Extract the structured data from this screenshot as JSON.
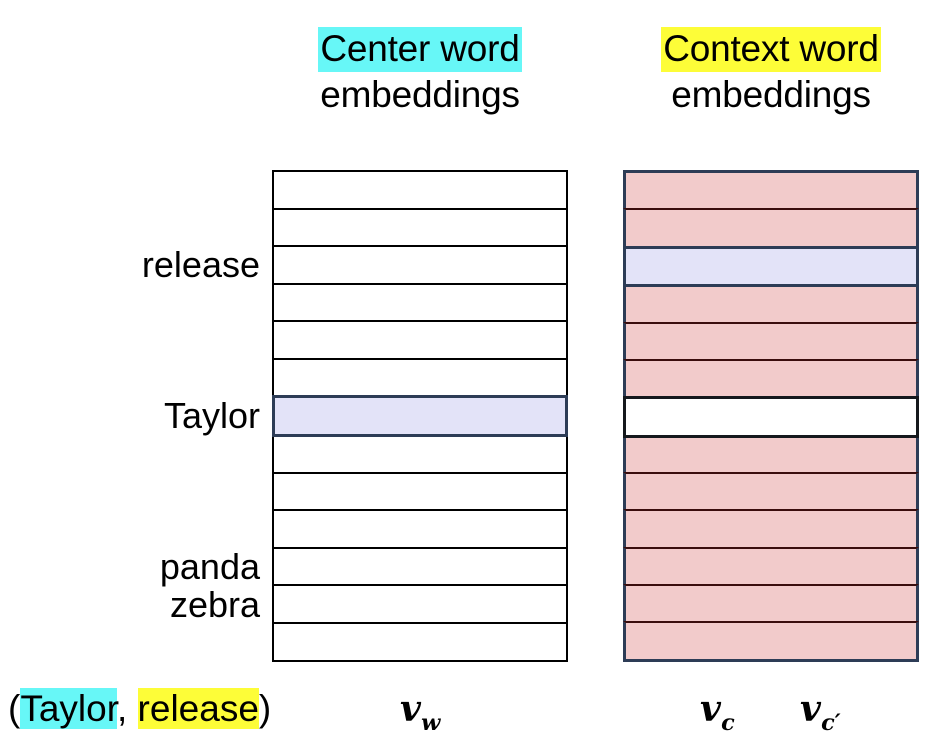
{
  "headers": {
    "center": {
      "highlight_text": "Center word",
      "plain_text": "embeddings",
      "highlight_color": "#67f7f7"
    },
    "context": {
      "highlight_text": "Context word",
      "plain_text": "embeddings",
      "highlight_color": "#fdfd38"
    }
  },
  "row_labels": [
    {
      "text": "release",
      "row": 3
    },
    {
      "text": "Taylor",
      "row": 7
    },
    {
      "text": "panda",
      "row": 11
    },
    {
      "text": "zebra",
      "row": 12
    }
  ],
  "matrices": {
    "center": {
      "name": "Center word embeddings",
      "row_count": 13,
      "default_fill": "#ffffff",
      "selected_fill": "#e3e3f8",
      "rows": [
        {
          "index": 1,
          "state": "default"
        },
        {
          "index": 2,
          "state": "default"
        },
        {
          "index": 3,
          "state": "default"
        },
        {
          "index": 4,
          "state": "default"
        },
        {
          "index": 5,
          "state": "default"
        },
        {
          "index": 6,
          "state": "default"
        },
        {
          "index": 7,
          "state": "selected",
          "label": "Taylor"
        },
        {
          "index": 8,
          "state": "default"
        },
        {
          "index": 9,
          "state": "default"
        },
        {
          "index": 10,
          "state": "default"
        },
        {
          "index": 11,
          "state": "default"
        },
        {
          "index": 12,
          "state": "default"
        },
        {
          "index": 13,
          "state": "default"
        }
      ]
    },
    "context": {
      "name": "Context word embeddings",
      "row_count": 13,
      "default_fill": "#f2cbcb",
      "selected_fill": "#e3e3f8",
      "blank_fill": "#ffffff",
      "rows": [
        {
          "index": 1,
          "state": "default"
        },
        {
          "index": 2,
          "state": "default"
        },
        {
          "index": 3,
          "state": "selected",
          "label": "release"
        },
        {
          "index": 4,
          "state": "default"
        },
        {
          "index": 5,
          "state": "default"
        },
        {
          "index": 6,
          "state": "default"
        },
        {
          "index": 7,
          "state": "blank",
          "label": "Taylor"
        },
        {
          "index": 8,
          "state": "default"
        },
        {
          "index": 9,
          "state": "default"
        },
        {
          "index": 10,
          "state": "default"
        },
        {
          "index": 11,
          "state": "default"
        },
        {
          "index": 12,
          "state": "default"
        },
        {
          "index": 13,
          "state": "default"
        }
      ]
    }
  },
  "caption": {
    "open_paren": "(",
    "center_word": "Taylor",
    "comma": ", ",
    "context_word": "release",
    "close_paren": ")",
    "center_highlight_color": "#67f7f7",
    "context_highlight_color": "#fdfd38"
  },
  "vectors": {
    "center": {
      "symbol": "v",
      "subscript": "w"
    },
    "context": {
      "symbol": "v",
      "subscript": "c"
    },
    "context_neg": {
      "symbol": "v",
      "subscript": "c′"
    }
  }
}
